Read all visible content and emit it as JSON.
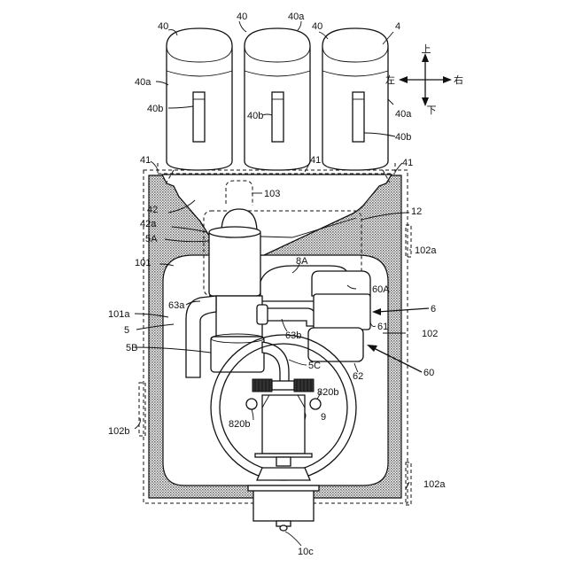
{
  "labels": {
    "n40_left": "40",
    "n40_mid": "40",
    "n40_right": "40",
    "n40a_top": "40a",
    "n4": "4",
    "n40a_left": "40a",
    "n40a_right": "40a",
    "n40b_left": "40b",
    "n40b_mid": "40b",
    "n40b_right": "40b",
    "n41_left": "41",
    "n41_mid": "41",
    "n41_right": "41",
    "n42": "42",
    "n42a": "42a",
    "n103": "103",
    "n12": "12",
    "n5A": "5A",
    "n102a_top": "102a",
    "n101": "101",
    "n8A": "8A",
    "n60A": "60A",
    "n101a": "101a",
    "n63a": "63a",
    "n6": "6",
    "n5": "5",
    "n61": "61",
    "n63b": "63b",
    "n102": "102",
    "n5B": "5B",
    "n5C": "5C",
    "n62": "62",
    "n60": "60",
    "n820b_right": "820b",
    "n820b_left": "820b",
    "n9": "9",
    "n102b": "102b",
    "n102a_bottom": "102a",
    "n10c": "10c"
  },
  "direction": {
    "up": "上",
    "down": "下",
    "left": "左",
    "right": "右"
  }
}
